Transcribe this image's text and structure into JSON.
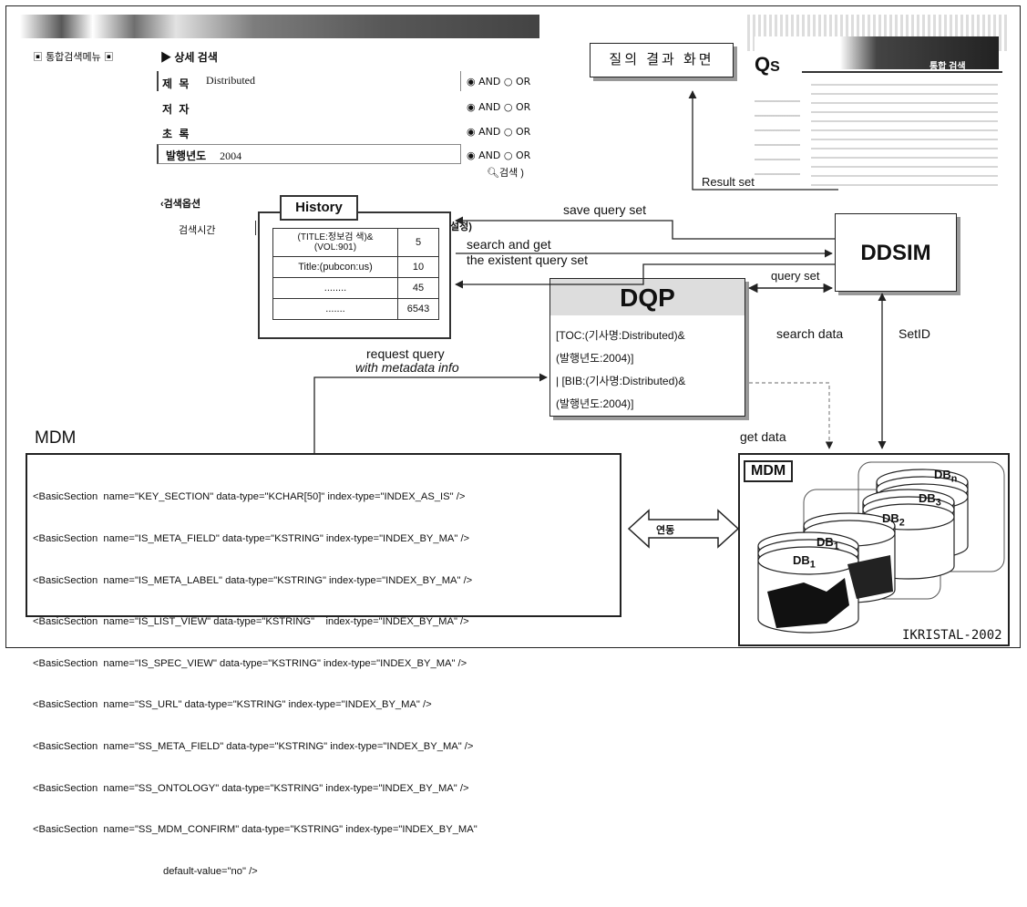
{
  "search_form": {
    "menu_link": "통합검색메뉴",
    "section_title": "상세 검색",
    "rows": [
      {
        "label": "제  목",
        "value": "Distributed",
        "and": "AND",
        "or": "OR"
      },
      {
        "label": "저  자",
        "value": "",
        "and": "AND",
        "or": "OR"
      },
      {
        "label": "초  록",
        "value": "",
        "and": "AND",
        "or": "OR"
      },
      {
        "label": "발행년도",
        "value": "2004",
        "and": "AND",
        "or": "OR"
      }
    ],
    "search_button": "검색",
    "options_title": "검색옵션",
    "time_label": "검색시간"
  },
  "result_screen": {
    "label": "질의 결과 화면",
    "panel_title": "통합 검색"
  },
  "history": {
    "title": "History",
    "rows": [
      {
        "query": "(TITLE:정보검 색)&\n(VOL:901)",
        "count": "5"
      },
      {
        "query": "Title:(pubcon:us)",
        "count": "10"
      },
      {
        "query": "........",
        "count": "45"
      },
      {
        "query": ".......",
        "count": "6543"
      }
    ]
  },
  "ddsim": {
    "title": "DDSIM"
  },
  "dqp": {
    "title": "DQP",
    "lines": [
      "[TOC:(기사명:Distributed)&",
      "(발행년도:2004)]",
      "| [BIB:(기사명:Distributed)&",
      "(발행년도:2004)]"
    ]
  },
  "arrows": {
    "result_set": "Result set",
    "save_query_set": "save query set",
    "search_get_1": "search and get",
    "search_get_2": "the existent query set",
    "query_set": "query set",
    "search_data": "search data",
    "set_id": "SetID",
    "request_query": "request query",
    "with_metadata": "with metadata info",
    "get_data": "get data",
    "link": "연동"
  },
  "mdm_left": {
    "title": "MDM",
    "lines": [
      "<BasicSection  name=\"KEY_SECTION\" data-type=\"KCHAR[50]\" index-type=\"INDEX_AS_IS\" />",
      "<BasicSection  name=\"IS_META_FIELD\" data-type=\"KSTRING\" index-type=\"INDEX_BY_MA\" />",
      "<BasicSection  name=\"IS_META_LABEL\" data-type=\"KSTRING\" index-type=\"INDEX_BY_MA\" />",
      "<BasicSection  name=\"IS_LIST_VIEW\" data-type=\"KSTRING\"    index-type=\"INDEX_BY_MA\" />",
      "<BasicSection  name=\"IS_SPEC_VIEW\" data-type=\"KSTRING\" index-type=\"INDEX_BY_MA\" />",
      "<BasicSection  name=\"SS_URL\" data-type=\"KSTRING\" index-type=\"INDEX_BY_MA\" />",
      "<BasicSection  name=\"SS_META_FIELD\" data-type=\"KSTRING\" index-type=\"INDEX_BY_MA\" />",
      "<BasicSection  name=\"SS_ONTOLOGY\" data-type=\"KSTRING\" index-type=\"INDEX_BY_MA\" />",
      "<BasicSection  name=\"SS_MDM_CONFIRM\" data-type=\"KSTRING\" index-type=\"INDEX_BY_MA\"",
      "                                              default-value=\"no\" />"
    ]
  },
  "mdm_right": {
    "title": "MDM",
    "footer": "IKRISTAL-2002",
    "dbs": [
      "DB",
      "DB",
      "DB",
      "DB",
      "DB"
    ]
  }
}
